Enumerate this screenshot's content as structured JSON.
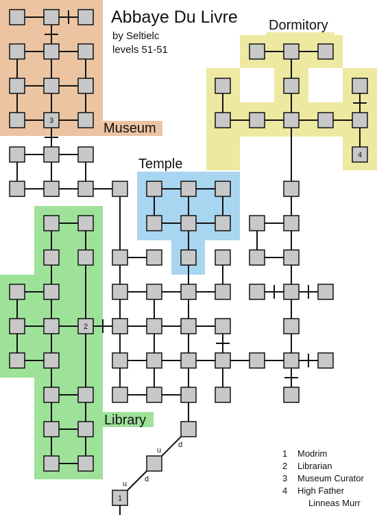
{
  "title": "Abbaye Du Livre",
  "author": "by Seltielc",
  "levels": "levels 51-51",
  "zones": [
    {
      "id": "museum",
      "label": "Museum",
      "color": "#ecc4a2"
    },
    {
      "id": "dormitory",
      "label": "Dormitory",
      "color": "#eee9a1"
    },
    {
      "id": "temple",
      "label": "Temple",
      "color": "#a8d6f0"
    },
    {
      "id": "library",
      "label": "Library",
      "color": "#9ee29a"
    }
  ],
  "room_color": "#c8c8c8",
  "room_numbers": [
    "1",
    "2",
    "3",
    "4"
  ],
  "stair_labels": {
    "up": "u",
    "down": "d"
  },
  "legend": [
    {
      "number": "1",
      "name": "Modrim"
    },
    {
      "number": "2",
      "name": "Librarian"
    },
    {
      "number": "3",
      "name": "Museum Curator"
    },
    {
      "number": "4",
      "name": "High Father",
      "continuation": "Linneas Murr"
    }
  ]
}
